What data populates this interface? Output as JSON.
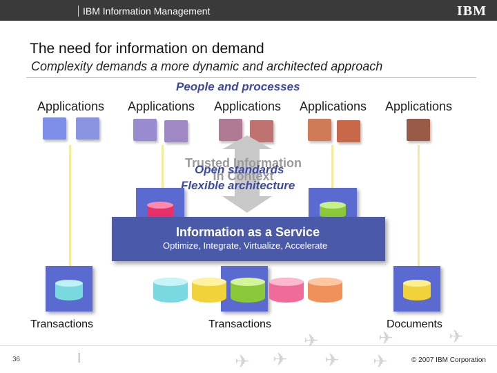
{
  "header": {
    "brand": "IBM Information Management",
    "logo_text": "IBM",
    "bar_color": "#3a3a3a"
  },
  "slide": {
    "title": "The need for information on demand",
    "subtitle": "Complexity demands a more dynamic and architected approach",
    "people_processes": "People and processes",
    "applications": [
      "Applications",
      "Applications",
      "Applications",
      "Applications",
      "Applications"
    ],
    "trusted_information": [
      "Trusted Information",
      "In Context"
    ],
    "open_standards": "Open standards",
    "flexible_architecture": "Flexible architecture",
    "service": {
      "title": "Information as a Service",
      "subtitle": "Optimize, Integrate, Virtualize, Accelerate"
    },
    "bottom_labels": [
      "Transactions",
      "Transactions",
      "Documents"
    ]
  },
  "footer": {
    "page_number": "36",
    "copyright": "© 2007 IBM Corporation"
  },
  "colors": {
    "accent_blue": "#3c4aa0",
    "service_box": "#4a5aa8"
  }
}
